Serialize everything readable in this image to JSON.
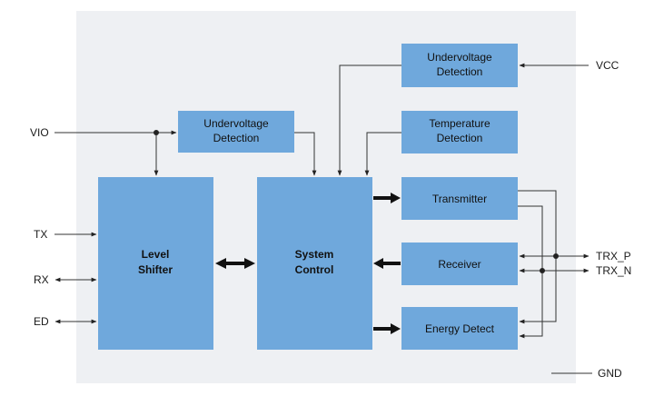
{
  "colors": {
    "background_panel": "#eef0f3",
    "block_fill": "#6fa8dc",
    "line": "#333333",
    "bus_arrow": "#111111"
  },
  "blocks": {
    "uv_vcc": {
      "line1": "Undervoltage",
      "line2": "Detection"
    },
    "uv_vio": {
      "line1": "Undervoltage",
      "line2": "Detection"
    },
    "temp": {
      "line1": "Temperature",
      "line2": "Detection"
    },
    "level_shifter": {
      "line1": "Level",
      "line2": "Shifter"
    },
    "system_control": {
      "line1": "System",
      "line2": "Control"
    },
    "transmitter": {
      "label": "Transmitter"
    },
    "receiver": {
      "label": "Receiver"
    },
    "energy_detect": {
      "label": "Energy Detect"
    }
  },
  "pins": {
    "vio": "VIO",
    "vcc": "VCC",
    "tx": "TX",
    "rx": "RX",
    "ed": "ED",
    "trx_p": "TRX_P",
    "trx_n": "TRX_N",
    "gnd": "GND"
  }
}
